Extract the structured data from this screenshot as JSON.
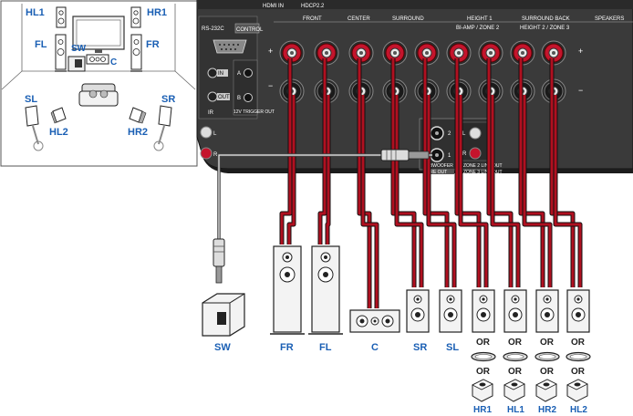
{
  "room": {
    "labels": [
      "HL1",
      "HR1",
      "FL",
      "FR",
      "SW",
      "C",
      "SL",
      "SR",
      "HL2",
      "HR2"
    ]
  },
  "panel": {
    "top_labels": [
      "HDMI IN",
      "HDCP2.2"
    ],
    "control": "CONTROL",
    "rs232c": "RS-232C",
    "ir_in": "IN",
    "ir_out": "OUT",
    "ir": "IR",
    "trigger_a": "A",
    "trigger_b": "B",
    "trigger": "12V TRIGGER OUT",
    "speaker_groups": [
      "FRONT",
      "CENTER",
      "SURROUND",
      "HEIGHT 1",
      "SURROUND BACK"
    ],
    "height1_sub": "BI-AMP / ZONE 2",
    "sb_sub": "HEIGHT 2 / ZONE 3",
    "speakers": "SPEAKERS",
    "subwoofer": "SUBWOOFER",
    "preout": "PRE OUT",
    "zone_lineout": "ZONE 2 LINE OUT",
    "zone_line": "ZONE 3 LINE OUT",
    "sub_nums": [
      "2",
      "1"
    ],
    "sides": [
      "L",
      "R"
    ],
    "pol": [
      "+",
      "−"
    ]
  },
  "speaker_labels": [
    "SW",
    "FR",
    "FL",
    "C",
    "SR",
    "SL"
  ],
  "height_labels": [
    "HR1",
    "HL1",
    "HR2",
    "HL2"
  ],
  "or_text": "OR",
  "colors": {
    "accent": "#1a5fb4",
    "cable_red": "#b01020",
    "panel_dark": "#3a3a3a",
    "terminal_red": "#c4142c"
  }
}
